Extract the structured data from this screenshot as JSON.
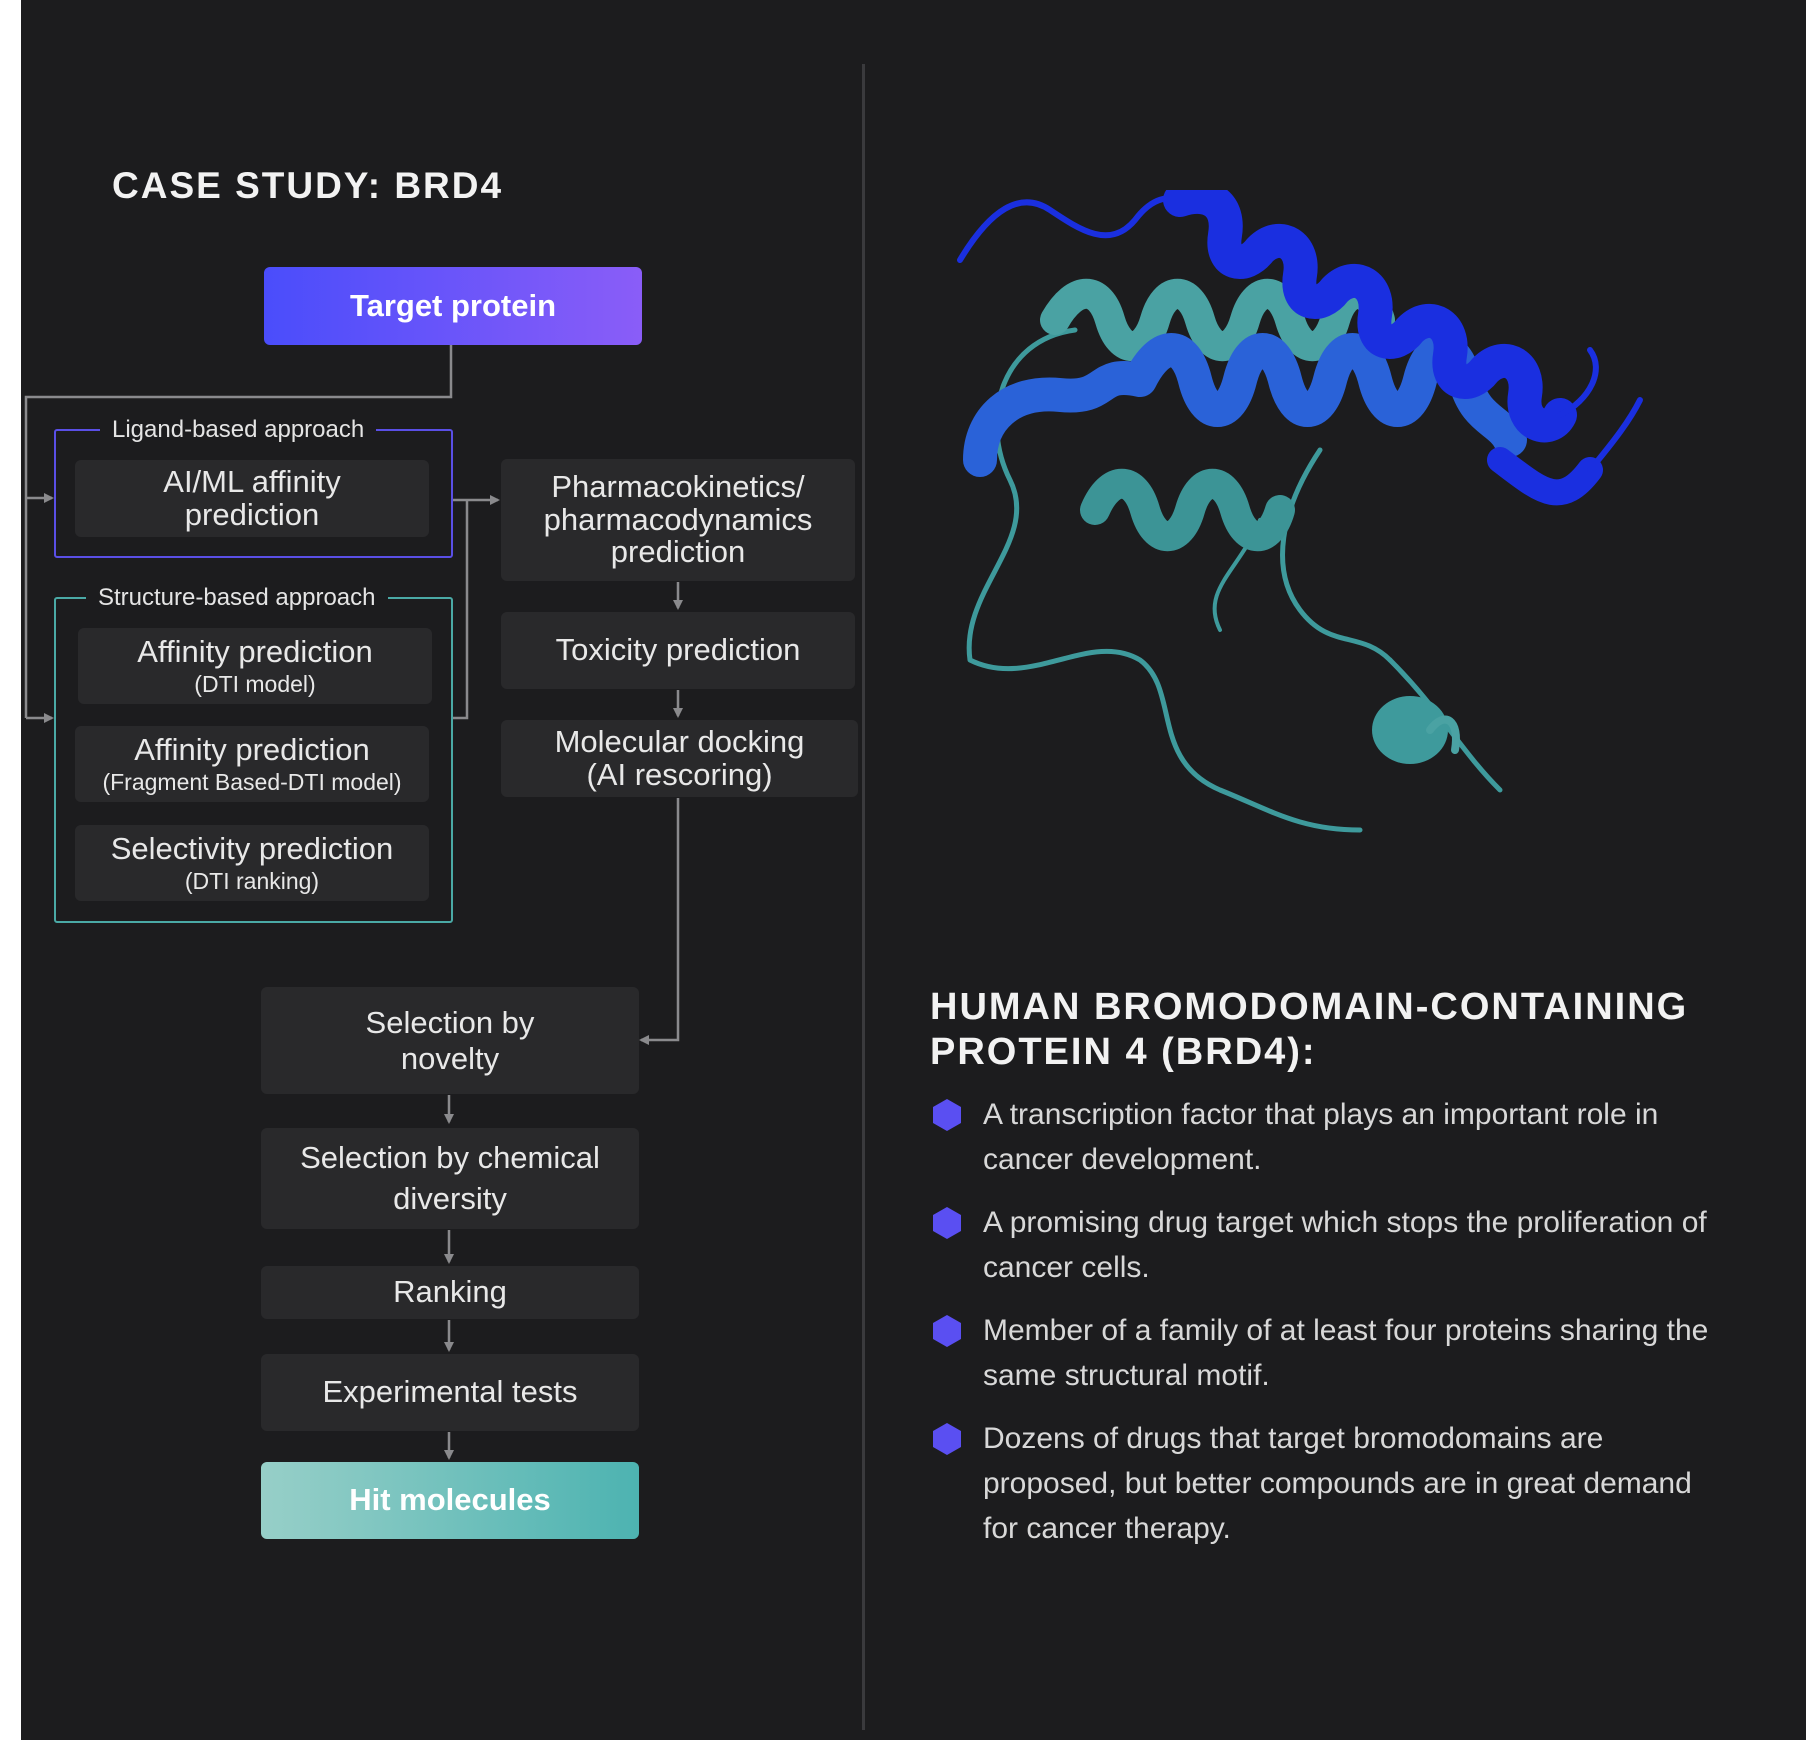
{
  "case_title": "CASE STUDY: BRD4",
  "flow": {
    "target": "Target protein",
    "ligand_group_label": "Ligand-based approach",
    "ligand_box": "AI/ML affinity\nprediction",
    "structure_group_label": "Structure-based approach",
    "structure_boxes": [
      {
        "main": "Affinity prediction",
        "sub": "(DTI model)"
      },
      {
        "main": "Affinity prediction",
        "sub": "(Fragment Based-DTI model)"
      },
      {
        "main": "Selectivity prediction",
        "sub": "(DTI ranking)"
      }
    ],
    "pkpd": "Pharmacokinetics/\npharmacodynamics\nprediction",
    "toxicity": "Toxicity prediction",
    "docking": "Molecular docking\n(AI rescoring)",
    "novelty": "Selection by\nnovelty",
    "diversity": "Selection by chemical\ndiversity",
    "ranking": "Ranking",
    "experimental": "Experimental tests",
    "hits": "Hit molecules"
  },
  "info": {
    "heading_line1": "HUMAN BROMODOMAIN-CONTAINING",
    "heading_line2": "PROTEIN 4 (BRD4):",
    "bullets": [
      "A transcription factor that plays an important role in cancer development.",
      "A promising drug target which stops the proliferation of cancer cells.",
      "Member of a family of at least four proteins sharing the same structural motif.",
      "Dozens of drugs that target bromodomains are proposed, but better compounds are in great demand for cancer therapy."
    ]
  },
  "colors": {
    "background": "#1c1c1e",
    "box": "#29292b",
    "accent_blue_start": "#4a4dfb",
    "accent_blue_end": "#8a5df8",
    "accent_teal_start": "#97cfc8",
    "accent_teal_end": "#4db3b1",
    "bullet_hex": "#5a4ff2",
    "protein_blue": "#1a2fe0",
    "protein_teal": "#3e9a9c"
  },
  "icons": [
    "hexagon-bullet-icon",
    "protein-ribbon-illustration"
  ]
}
